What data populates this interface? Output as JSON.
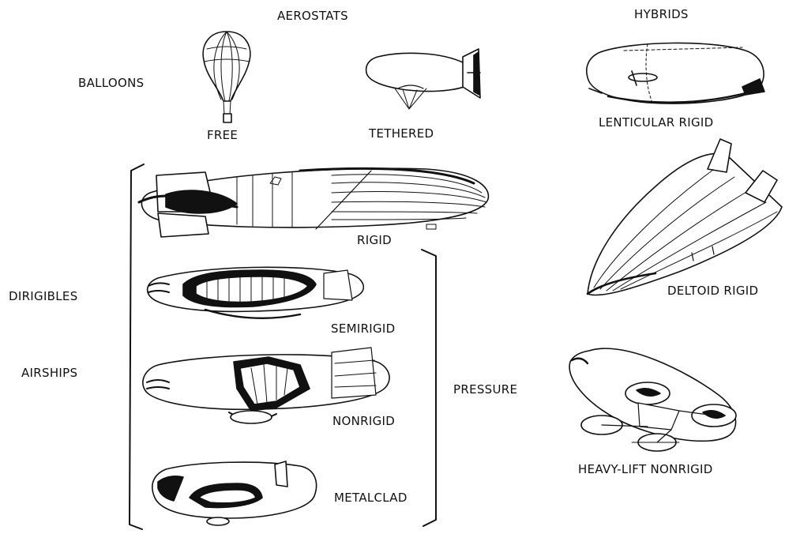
{
  "headers": {
    "aerostats": "AEROSTATS",
    "hybrids": "HYBRIDS"
  },
  "categories": {
    "balloons": "BALLOONS",
    "dirigibles": "DIRIGIBLES",
    "airships": "AIRSHIPS",
    "pressure": "PRESSURE"
  },
  "balloons": {
    "free": "FREE",
    "tethered": "TETHERED"
  },
  "dirigible_types": {
    "rigid": "RIGID",
    "semirigid": "SEMIRIGID",
    "nonrigid": "NONRIGID",
    "metalclad": "METALCLAD"
  },
  "hybrid_types": {
    "lenticular_rigid": "LENTICULAR RIGID",
    "deltoid_rigid": "DELTOID RIGID",
    "heavy_lift_nonrigid": "HEAVY-LIFT NONRIGID"
  },
  "colors": {
    "ink": "#111111",
    "paper": "#ffffff"
  }
}
